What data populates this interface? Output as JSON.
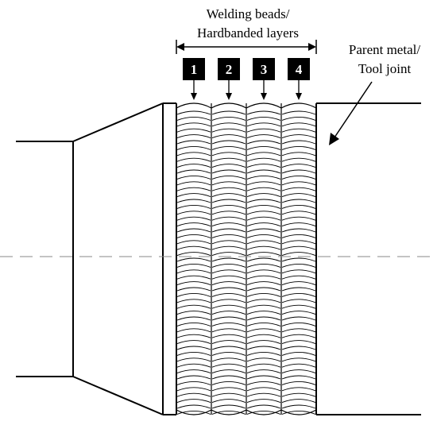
{
  "labels": {
    "beads_line1": "Welding beads/",
    "beads_line2": "Hardbanded layers",
    "parent_line1": "Parent metal/",
    "parent_line2": "Tool joint"
  },
  "beads": [
    {
      "number": "1"
    },
    {
      "number": "2"
    },
    {
      "number": "3"
    },
    {
      "number": "4"
    }
  ],
  "colors": {
    "line": "#000000",
    "badge_fill": "#000000",
    "badge_text": "#ffffff",
    "centerline": "#8a8a8a"
  }
}
